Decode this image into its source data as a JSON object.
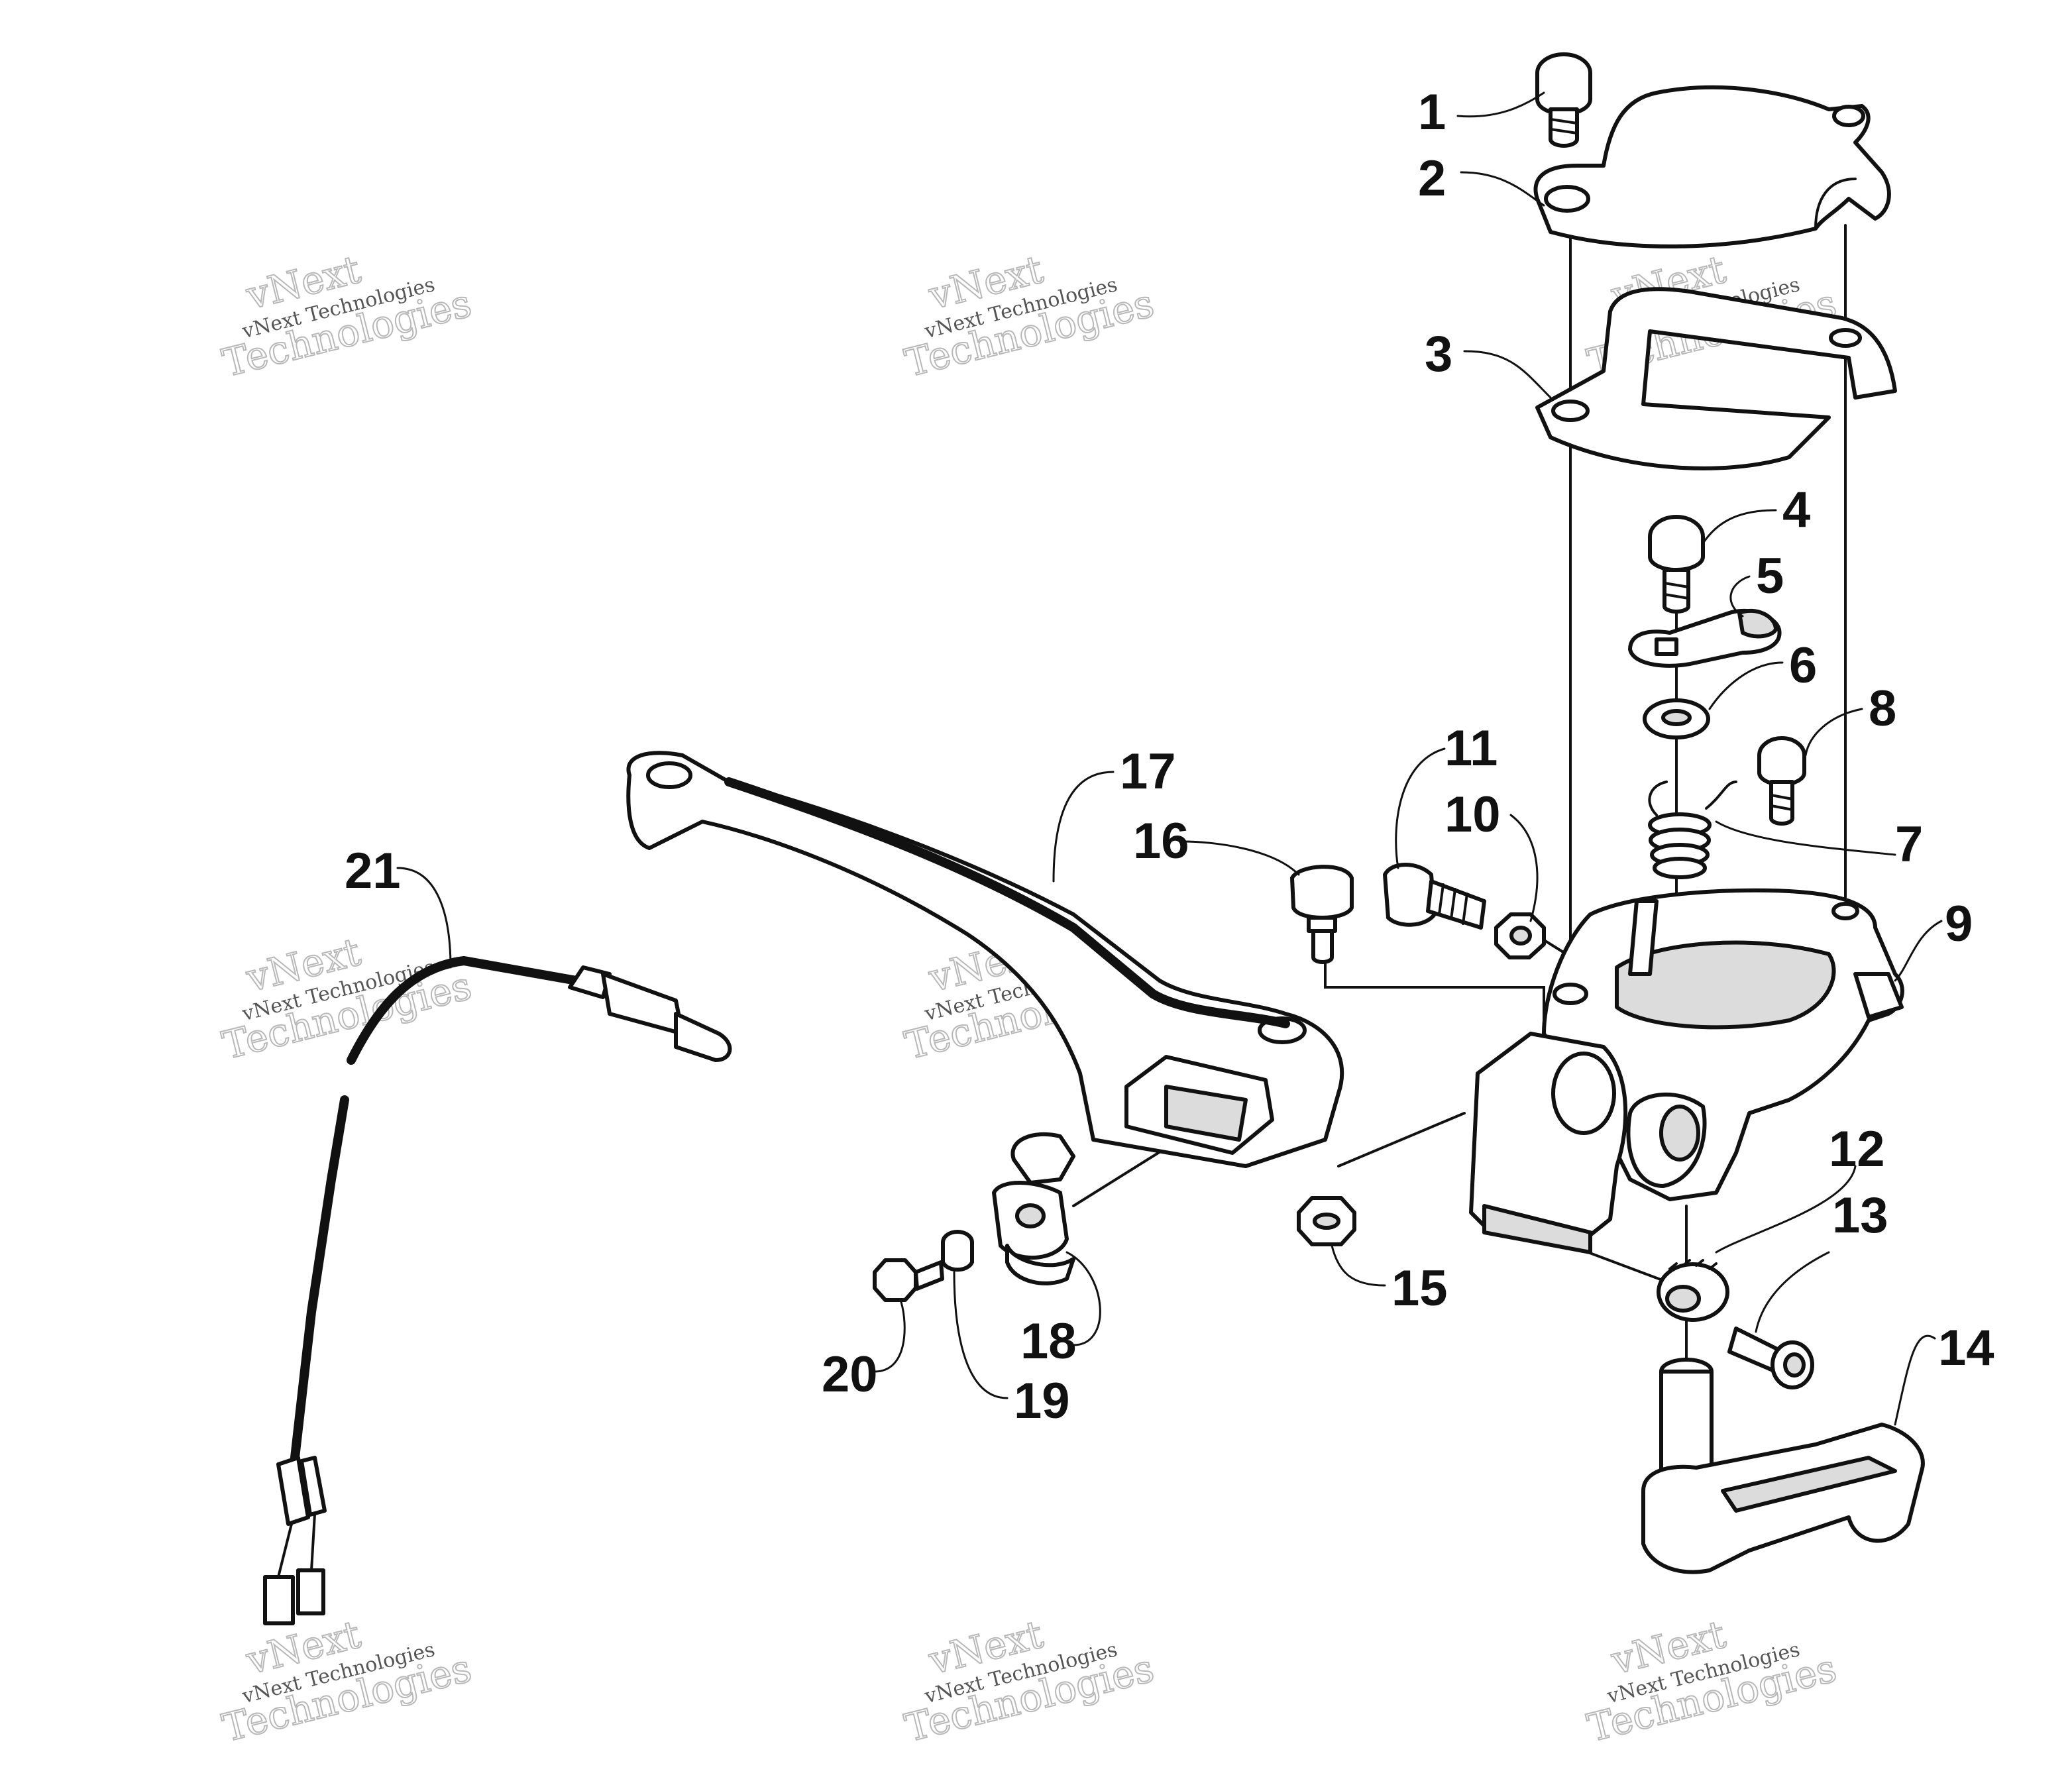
{
  "diagram": {
    "callouts": [
      {
        "id": "c1",
        "label": "1"
      },
      {
        "id": "c2",
        "label": "2"
      },
      {
        "id": "c3",
        "label": "3"
      },
      {
        "id": "c4",
        "label": "4"
      },
      {
        "id": "c5",
        "label": "5"
      },
      {
        "id": "c6",
        "label": "6"
      },
      {
        "id": "c7",
        "label": "7"
      },
      {
        "id": "c8",
        "label": "8"
      },
      {
        "id": "c9",
        "label": "9"
      },
      {
        "id": "c10",
        "label": "10"
      },
      {
        "id": "c11",
        "label": "11"
      },
      {
        "id": "c12",
        "label": "12"
      },
      {
        "id": "c13",
        "label": "13"
      },
      {
        "id": "c14",
        "label": "14"
      },
      {
        "id": "c15",
        "label": "15"
      },
      {
        "id": "c16",
        "label": "16"
      },
      {
        "id": "c17",
        "label": "17"
      },
      {
        "id": "c18",
        "label": "18"
      },
      {
        "id": "c19",
        "label": "19"
      },
      {
        "id": "c20",
        "label": "20"
      },
      {
        "id": "c21",
        "label": "21"
      }
    ]
  },
  "watermark": {
    "line_small": "vNext Technologies",
    "line_big_1": "vNext",
    "line_big_2": "Technologies"
  }
}
